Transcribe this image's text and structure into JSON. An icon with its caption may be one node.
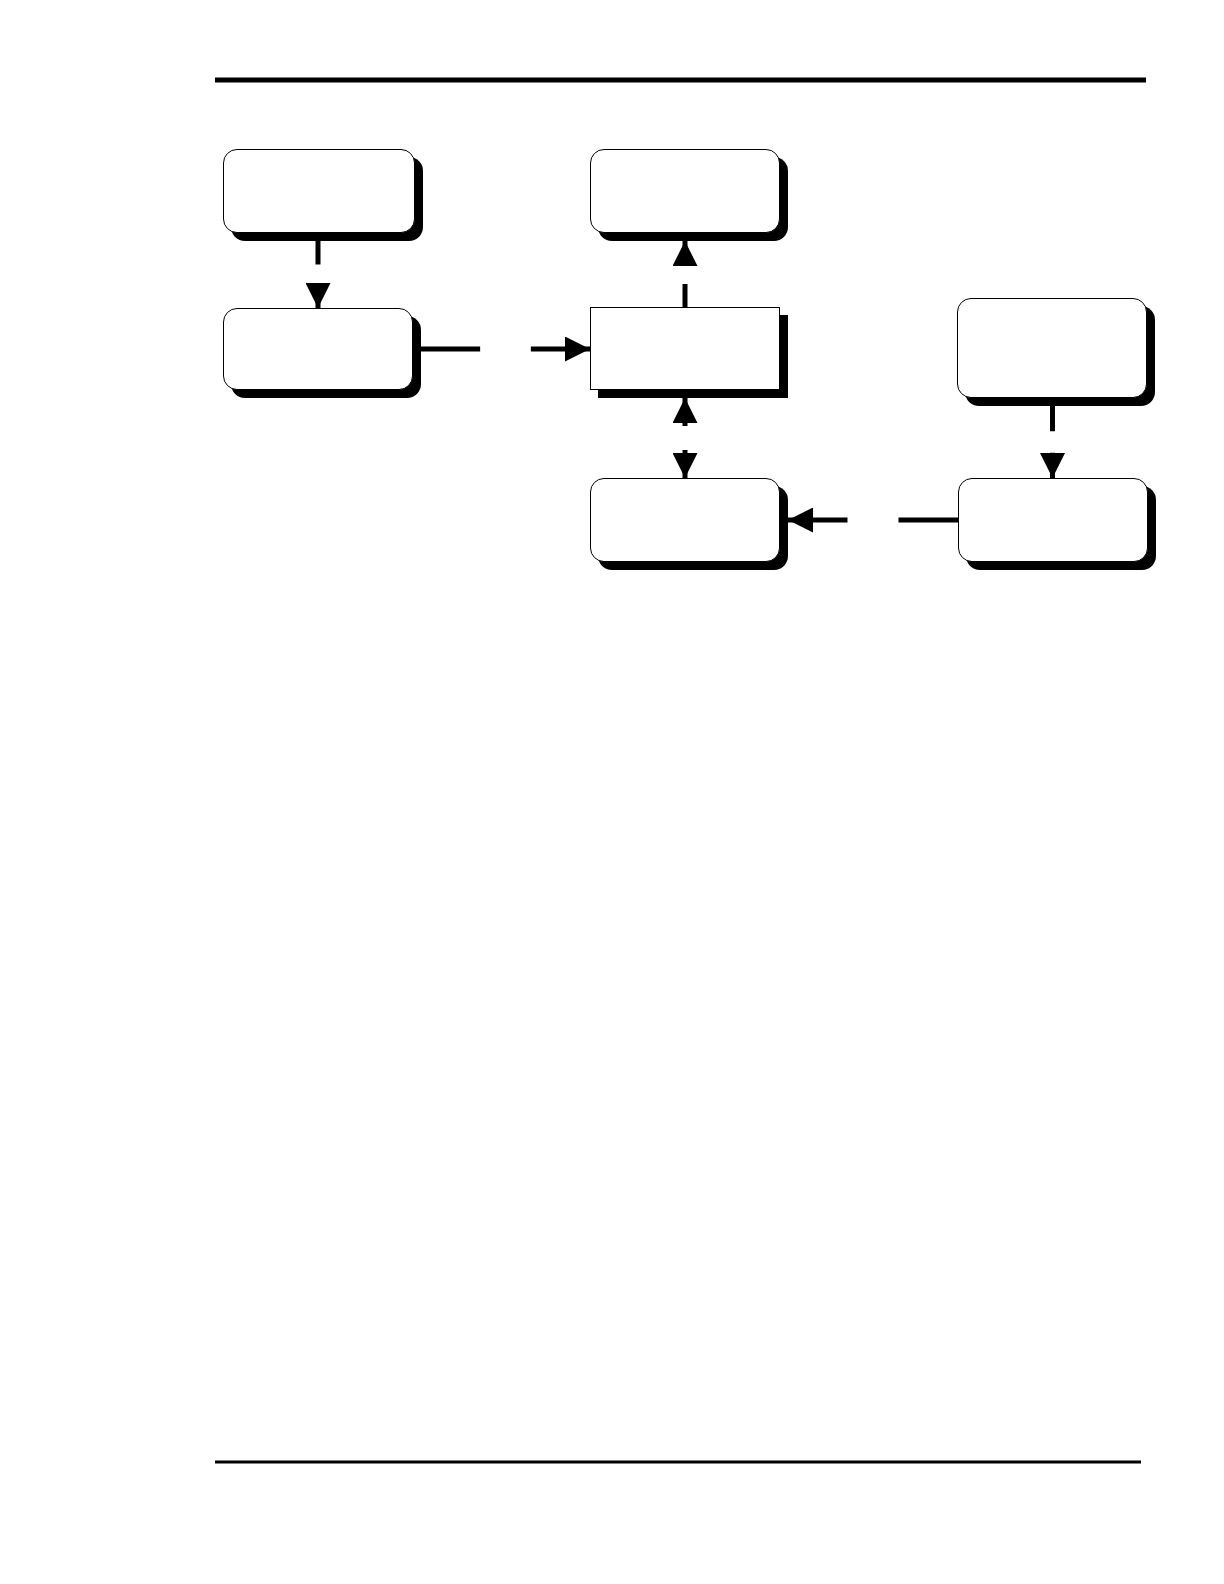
{
  "diagram": {
    "nodes": [
      {
        "text": [],
        "shape": "box"
      },
      {
        "text": [],
        "shape": "box"
      },
      {
        "text": [],
        "shape": "box"
      },
      {
        "text": [],
        "shape": "box"
      },
      {
        "text": [],
        "shape": "box"
      },
      {
        "text": [],
        "shape": "box"
      },
      {
        "text": [],
        "shape": "box"
      }
    ],
    "edges": [
      {
        "from": 0,
        "to": 2,
        "arrow": "to",
        "style": "dashed"
      },
      {
        "from": 2,
        "to": 3,
        "arrow": "to",
        "style": "dashed"
      },
      {
        "from": 3,
        "to": 1,
        "arrow": "to",
        "style": "dashed"
      },
      {
        "from": 5,
        "to": 3,
        "arrow": "both",
        "style": "dashed"
      },
      {
        "from": 4,
        "to": 6,
        "arrow": "to",
        "style": "dashed"
      },
      {
        "from": 6,
        "to": 5,
        "arrow": "to",
        "style": "dashed"
      }
    ]
  }
}
